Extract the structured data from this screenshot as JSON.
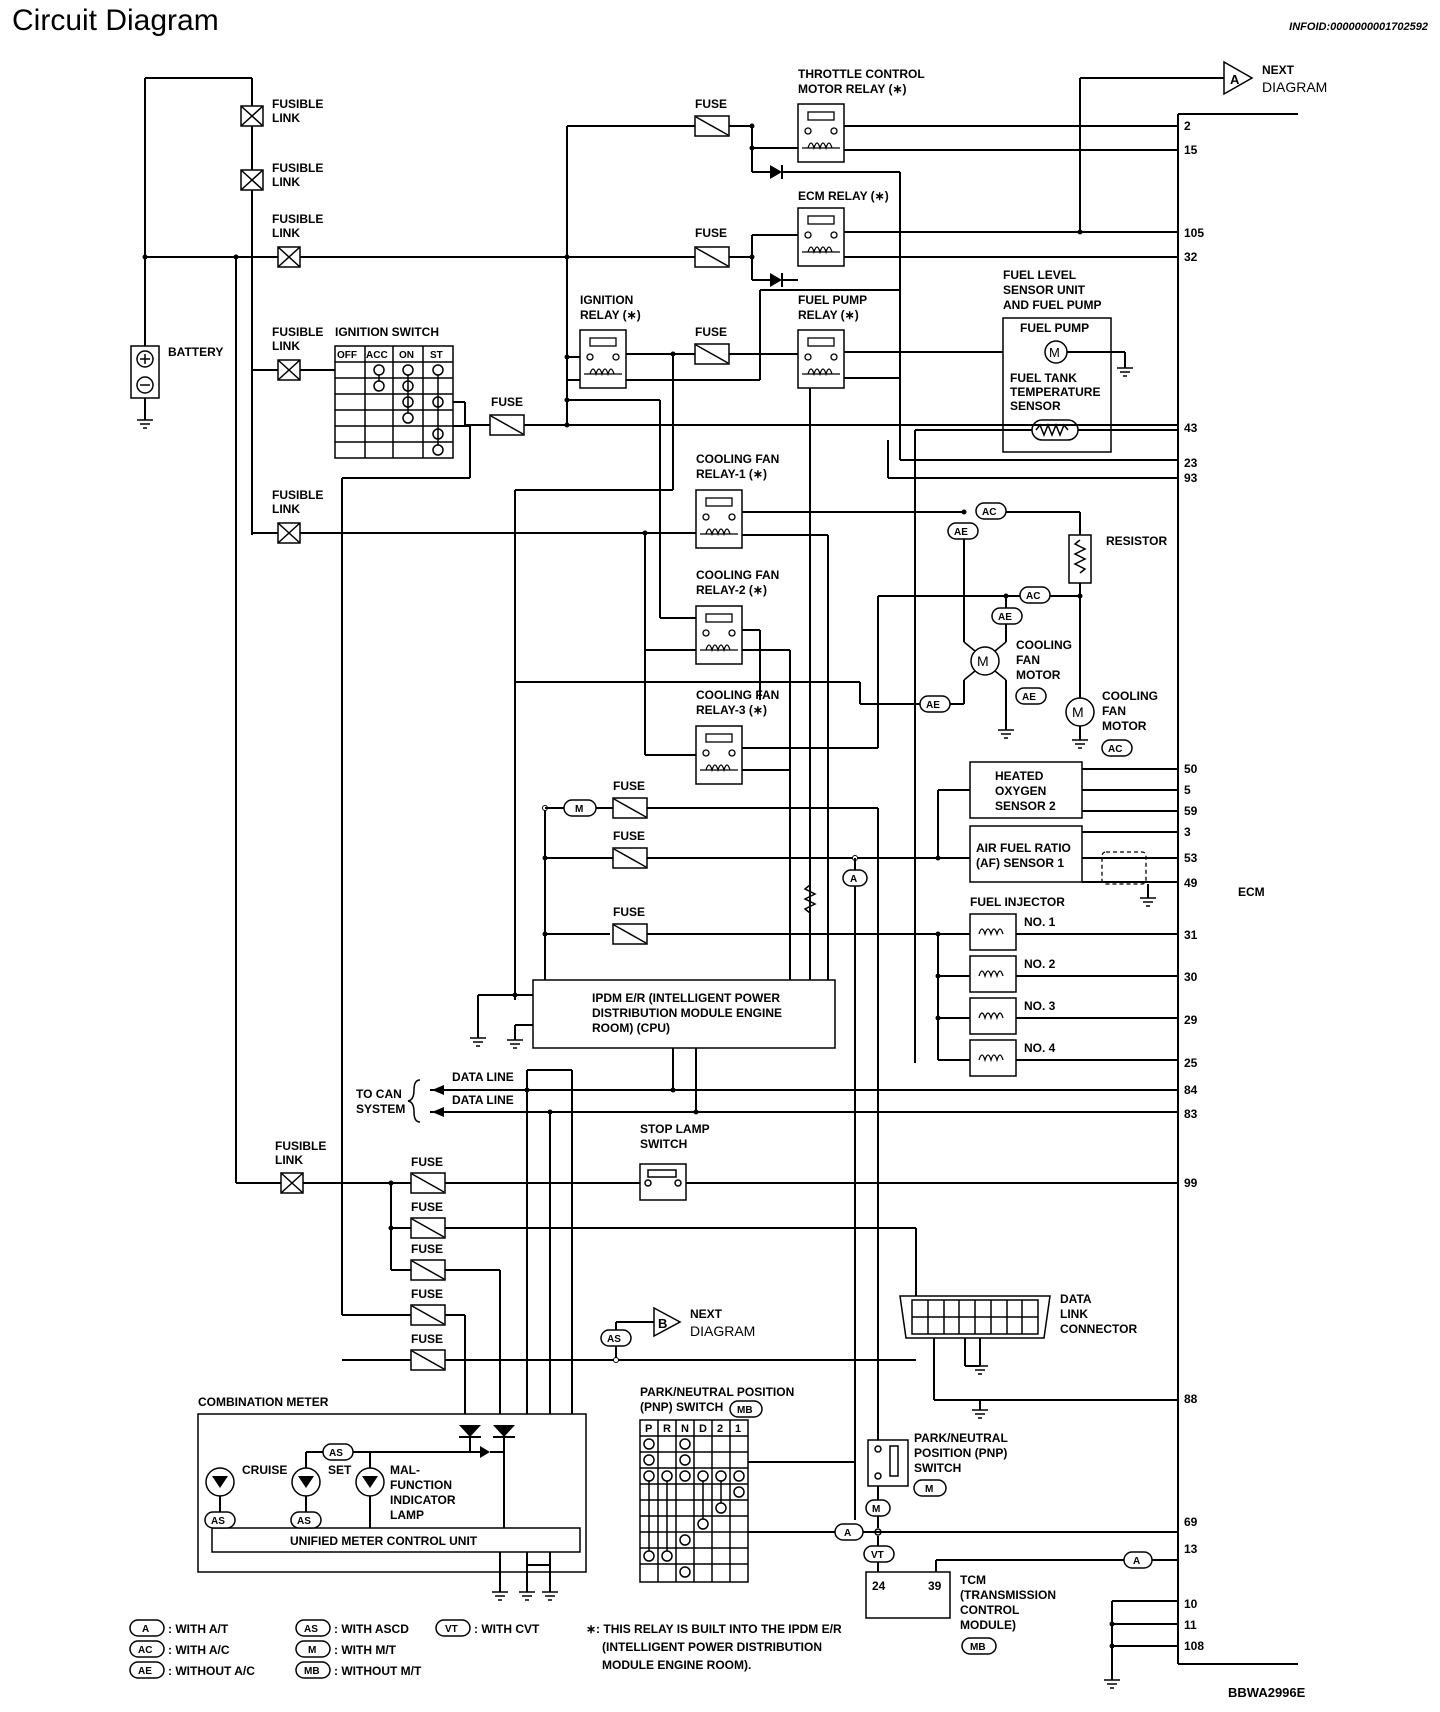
{
  "header": {
    "title": "Circuit Diagram",
    "info_id": "INFOID:0000000001702592"
  },
  "labels": {
    "fusible_link": "FUSIBLE",
    "link": "LINK",
    "battery": "BATTERY",
    "ignition_switch": "IGNITION SWITCH",
    "ign_cols": [
      "OFF",
      "ACC",
      "ON",
      "ST"
    ],
    "fuse": "FUSE",
    "throttle_relay": [
      "THROTTLE CONTROL",
      "MOTOR RELAY (∗)"
    ],
    "ecm_relay": "ECM RELAY (∗)",
    "ignition_relay": [
      "IGNITION",
      "RELAY (∗)"
    ],
    "fuel_pump_relay": [
      "FUEL PUMP",
      "RELAY (∗)"
    ],
    "fuel_level": [
      "FUEL LEVEL",
      "SENSOR UNIT",
      "AND FUEL PUMP"
    ],
    "fuel_pump": "FUEL PUMP",
    "fuel_tank_temp": [
      "FUEL TANK",
      "TEMPERATURE",
      "SENSOR"
    ],
    "cooling_fan_relay_1": [
      "COOLING FAN",
      "RELAY-1 (∗)"
    ],
    "cooling_fan_relay_2": [
      "COOLING FAN",
      "RELAY-2 (∗)"
    ],
    "cooling_fan_relay_3": [
      "COOLING FAN",
      "RELAY-3 (∗)"
    ],
    "resistor": "RESISTOR",
    "cooling_fan_motor_ae": [
      "COOLING",
      "FAN",
      "MOTOR"
    ],
    "cooling_fan_motor_ac": [
      "COOLING",
      "FAN",
      "MOTOR"
    ],
    "ho2s2": [
      "HEATED",
      "OXYGEN",
      "SENSOR 2"
    ],
    "af_sensor": [
      "AIR FUEL RATIO",
      "(AF) SENSOR 1"
    ],
    "fuel_injector": "FUEL INJECTOR",
    "injectors": [
      "NO. 1",
      "NO. 2",
      "NO. 3",
      "NO. 4"
    ],
    "ecm": "ECM",
    "ipdm": [
      "IPDM E/R (INTELLIGENT POWER",
      "DISTRIBUTION MODULE ENGINE",
      "ROOM) (CPU)"
    ],
    "data_line": "DATA LINE",
    "to_can": [
      "TO CAN",
      "SYSTEM"
    ],
    "stop_lamp": [
      "STOP LAMP",
      "SWITCH"
    ],
    "next_diagram": [
      "NEXT",
      "DIAGRAM"
    ],
    "data_link": [
      "DATA",
      "LINK",
      "CONNECTOR"
    ],
    "combination_meter": "COMBINATION METER",
    "cruise": "CRUISE",
    "set": "SET",
    "mil": [
      "MAL-",
      "FUNCTION",
      "INDICATOR",
      "LAMP"
    ],
    "umcu": "UNIFIED METER CONTROL UNIT",
    "pnp_switch_top": [
      "PARK/NEUTRAL POSITION",
      "(PNP) SWITCH"
    ],
    "pnp_cols": [
      "P",
      "R",
      "N",
      "D",
      "2",
      "1"
    ],
    "pnp_switch_right": [
      "PARK/NEUTRAL",
      "POSITION (PNP)",
      "SWITCH"
    ],
    "tcm": [
      "TCM",
      "(TRANSMISSION",
      "CONTROL",
      "MODULE)"
    ],
    "tcm_pins": [
      "24",
      "39"
    ],
    "figure_id": "BBWA2996E"
  },
  "markers": {
    "A": "A",
    "B": "B",
    "AC": "AC",
    "AE": "AE",
    "AS": "AS",
    "M": "M",
    "MB": "MB",
    "VT": "VT"
  },
  "ecm_pins": [
    "2",
    "15",
    "105",
    "32",
    "43",
    "23",
    "93",
    "50",
    "5",
    "59",
    "3",
    "53",
    "49",
    "31",
    "30",
    "29",
    "25",
    "84",
    "83",
    "99",
    "88",
    "69",
    "13",
    "10",
    "11",
    "108"
  ],
  "legend": [
    {
      "code": "A",
      "text": ": WITH A/T"
    },
    {
      "code": "AC",
      "text": ": WITH A/C"
    },
    {
      "code": "AE",
      "text": ": WITHOUT A/C"
    },
    {
      "code": "AS",
      "text": ": WITH ASCD"
    },
    {
      "code": "M",
      "text": ": WITH M/T"
    },
    {
      "code": "MB",
      "text": ": WITHOUT M/T"
    },
    {
      "code": "VT",
      "text": ": WITH CVT"
    }
  ],
  "footnote": [
    "∗: THIS RELAY IS BUILT INTO THE IPDM E/R",
    "(INTELLIGENT POWER DISTRIBUTION",
    "MODULE ENGINE ROOM)."
  ]
}
